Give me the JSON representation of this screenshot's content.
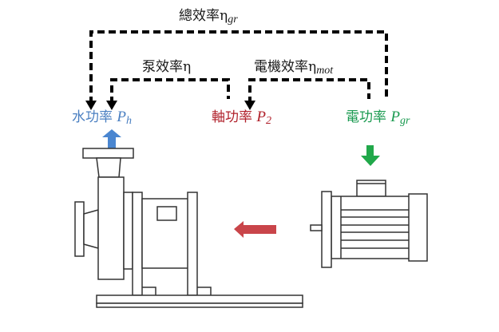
{
  "efficiencies": {
    "total": {
      "label": "總效率",
      "symbol": "η",
      "subscript": "gr"
    },
    "pump": {
      "label": "泵效率",
      "symbol": "η",
      "subscript": ""
    },
    "motor": {
      "label": "電機效率",
      "symbol": "η",
      "subscript": "mot"
    }
  },
  "powers": {
    "water": {
      "label": "水功率",
      "symbol": "P",
      "subscript": "h",
      "color": "#4a7fc1"
    },
    "shaft": {
      "label": "軸功率",
      "symbol": "P",
      "subscript": "2",
      "color": "#b0202a"
    },
    "electric": {
      "label": "電功率",
      "symbol": "P",
      "subscript": "gr",
      "color": "#1a9a50"
    }
  },
  "arrows": {
    "water_out": {
      "icon": "up-arrow-icon",
      "color": "#4a86d0"
    },
    "electric_in": {
      "icon": "down-arrow-icon",
      "color": "#21a84a"
    },
    "power_transfer": {
      "icon": "left-arrow-icon",
      "color": "#c9454a"
    }
  }
}
